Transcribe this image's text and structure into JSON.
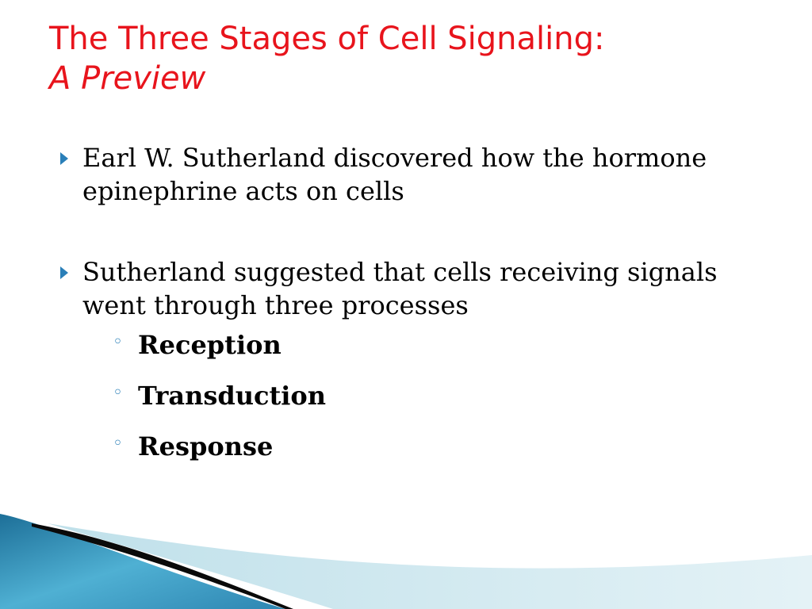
{
  "slide": {
    "title_line1": "The Three Stages of Cell Signaling:",
    "title_line2": "A Preview",
    "bullets": [
      {
        "text": "Earl W. Sutherland discovered how the hormone epinephrine acts on cells"
      },
      {
        "text": "Sutherland suggested that cells receiving signals went through three processes"
      }
    ],
    "sub_items": [
      {
        "text": "Reception"
      },
      {
        "text": "Transduction"
      },
      {
        "text": "Response"
      }
    ],
    "bullet_marker_glyph": "triangle-right-icon",
    "sub_marker_glyph": "◦"
  },
  "colors": {
    "title": "#e8141c",
    "accent_blue": "#2a7fb8",
    "wave_light": "#cfe6ee",
    "wave_dark": "#0a0a0a"
  }
}
